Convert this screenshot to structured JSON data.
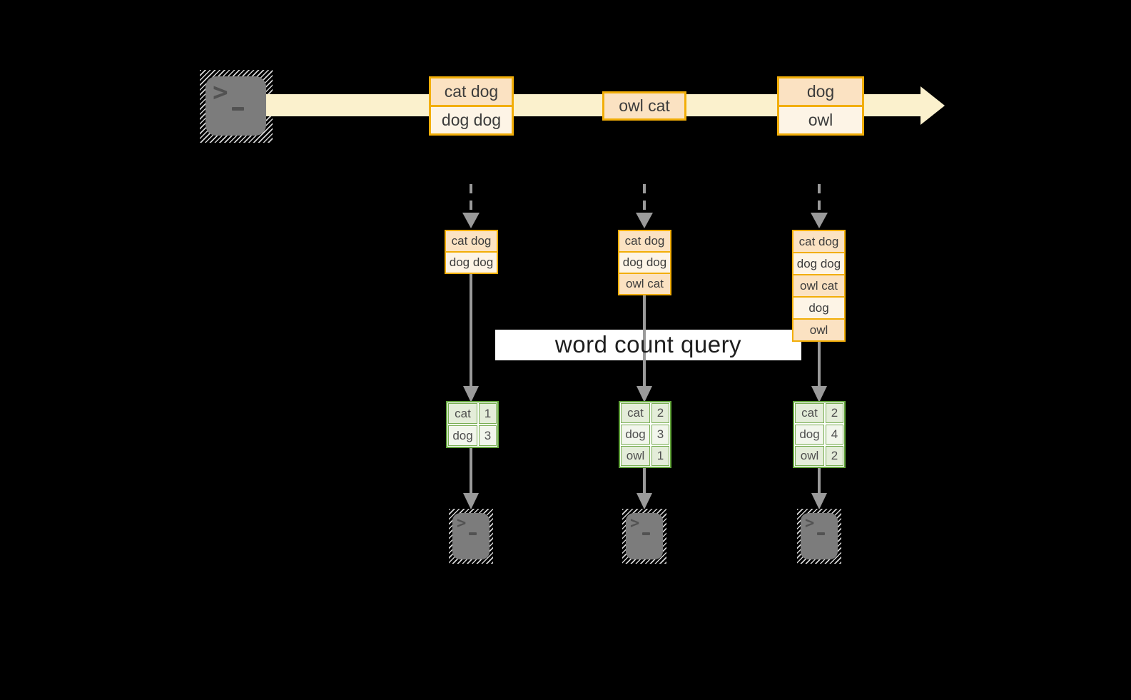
{
  "icons": {
    "source": "terminal-icon",
    "outputs": [
      "terminal-icon",
      "terminal-icon",
      "terminal-icon"
    ],
    "prompt_glyph": ">"
  },
  "stream_events": [
    {
      "lines": [
        "cat dog",
        "dog dog"
      ]
    },
    {
      "lines": [
        "owl cat"
      ]
    },
    {
      "lines": [
        "dog",
        "owl"
      ]
    }
  ],
  "micro_batches": [
    {
      "items": [
        "cat dog",
        "dog dog"
      ]
    },
    {
      "items": [
        "cat dog",
        "dog dog",
        "owl cat"
      ]
    },
    {
      "items": [
        "cat dog",
        "dog dog",
        "owl cat",
        "dog",
        "owl"
      ]
    }
  ],
  "query_label": "word count query",
  "count_tables": [
    {
      "rows": [
        {
          "word": "cat",
          "count": "1"
        },
        {
          "word": "dog",
          "count": "3"
        }
      ]
    },
    {
      "rows": [
        {
          "word": "cat",
          "count": "2"
        },
        {
          "word": "dog",
          "count": "3"
        },
        {
          "word": "owl",
          "count": "1"
        }
      ]
    },
    {
      "rows": [
        {
          "word": "cat",
          "count": "2"
        },
        {
          "word": "dog",
          "count": "4"
        },
        {
          "word": "owl",
          "count": "2"
        }
      ]
    }
  ],
  "colors": {
    "background": "#000000",
    "stream_band": "#fbf1cd",
    "orange_border": "#f2ae08",
    "row_peach": "#fbe2c2",
    "row_cream": "#fdf4e6",
    "green_border": "#63a53c",
    "green_row_a": "#e4edd9",
    "green_row_b": "#f2f6ec",
    "arrow_gray": "#9a9a9a",
    "terminal_gray": "#7c7c7c",
    "query_band": "#ffffff"
  }
}
